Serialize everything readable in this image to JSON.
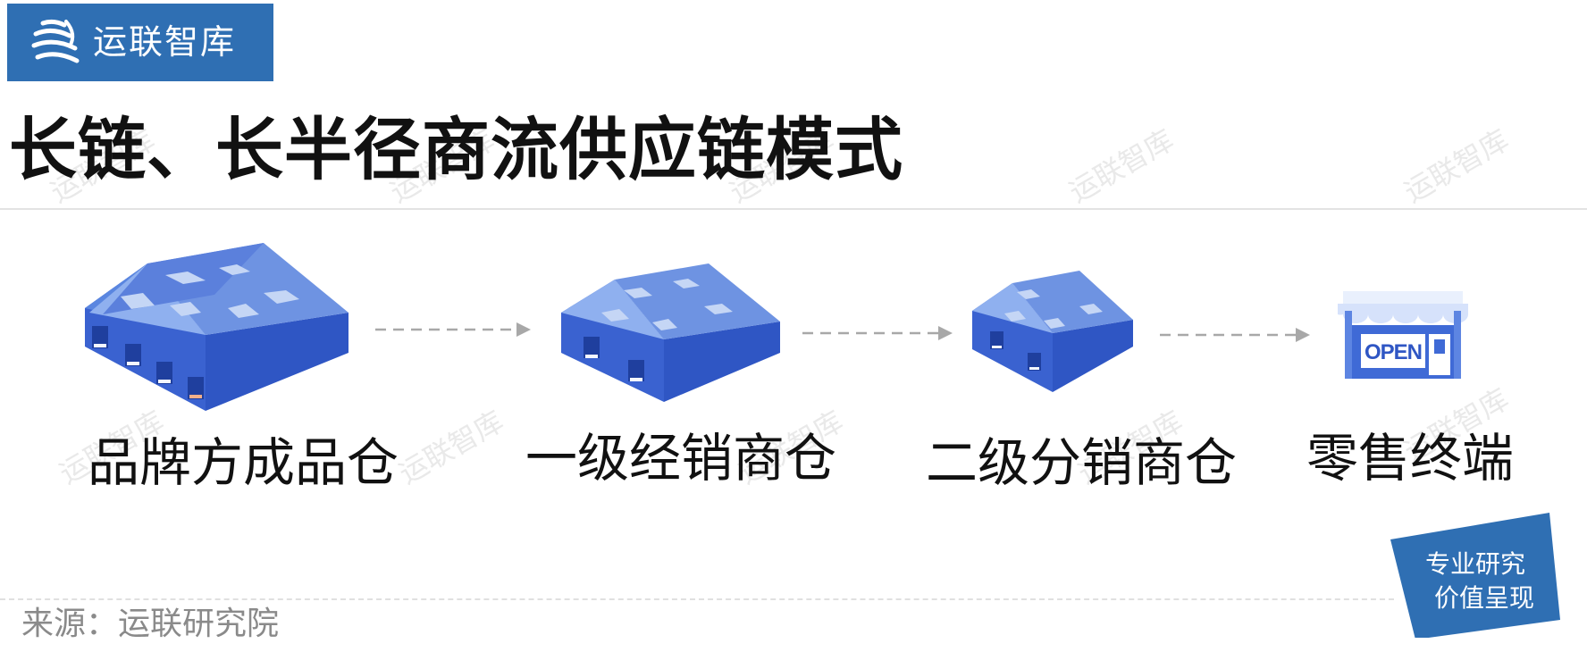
{
  "logo": {
    "text": "运联智库",
    "icon": "yunlian-logo-icon"
  },
  "title": "长链、长半径商流供应链模式",
  "watermark_text": "运联智库",
  "colors": {
    "brand_blue": "#2f6fb3",
    "warehouse_light": "#9fb7ea",
    "warehouse_dark": "#3a62d0",
    "arrow": "#a8a8a8"
  },
  "flow": {
    "nodes": [
      {
        "label": "品牌方成品仓",
        "icon": "large-warehouse-icon"
      },
      {
        "label": "一级经销商仓",
        "icon": "medium-warehouse-icon"
      },
      {
        "label": "二级分销商仓",
        "icon": "small-warehouse-icon"
      },
      {
        "label": "零售终端",
        "icon": "retail-store-icon",
        "sign_text": "OPEN"
      }
    ]
  },
  "source": "来源：运联研究院",
  "badge": {
    "line1": "专业研究",
    "line2": "价值呈现"
  }
}
